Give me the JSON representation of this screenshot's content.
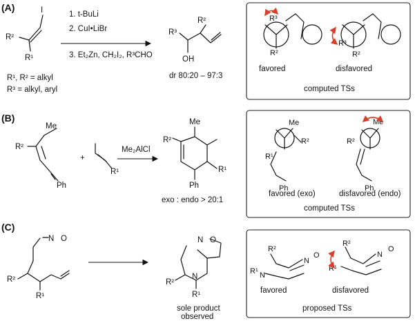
{
  "panelA": {
    "label": "(A)",
    "reagents": {
      "step1": "1. t-BuLi",
      "step2": "2. CuI•LiBr",
      "step3": "3. Et₂Zn, CH₂I₂, R³CHO"
    },
    "substrate": {
      "halide": "I",
      "r1": "R¹",
      "r2": "R²"
    },
    "product": {
      "r2": "R²",
      "r3": "R³",
      "oh": "OH",
      "dr": "dr 80:20 – 97:3"
    },
    "definitions": [
      "R¹, R² = alkyl",
      "R³ = alkyl, aryl"
    ],
    "ts": {
      "favored": "favored",
      "disfavored": "disfavored",
      "caption": "computed TSs"
    }
  },
  "panelB": {
    "label": "(B)",
    "reagent": "Me₂AlCl",
    "plus": "+",
    "diene": {
      "me": "Me",
      "r2": "R²",
      "ph": "Ph"
    },
    "dienophile": {
      "r1": "R¹"
    },
    "product": {
      "me": "Me",
      "r2": "R²",
      "r1": "R¹",
      "ph": "Ph",
      "ratio": "exo : endo > 20:1"
    },
    "ts": {
      "favored": "favored (exo)",
      "disfavored": "disfavored (endo)",
      "caption": "computed TSs"
    }
  },
  "panelC": {
    "label": "(C)",
    "substrate": {
      "n": "N",
      "o": "O",
      "r2": "R²",
      "r1": "R¹"
    },
    "product": {
      "n": "N",
      "o": "O",
      "r2": "R²",
      "r1": "R¹",
      "note_line1": "sole product",
      "note_line2": "observed"
    },
    "ts": {
      "favored": "favored",
      "disfavored": "disfavored",
      "caption": "proposed TSs"
    }
  }
}
